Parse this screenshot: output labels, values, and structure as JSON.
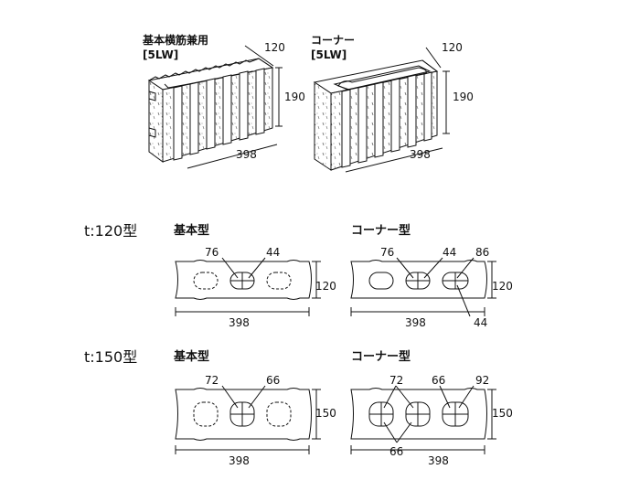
{
  "blocks_3d": {
    "basic": {
      "name": "基本横筋兼用",
      "code": "[5LW]",
      "depth": "120",
      "height": "190",
      "width": "398"
    },
    "corner": {
      "name": "コーナー",
      "code": "[5LW]",
      "depth": "120",
      "height": "190",
      "width": "398"
    }
  },
  "plan_t120": {
    "section_label": "t:120型",
    "basic": {
      "type_label": "基本型",
      "dim_a": "76",
      "dim_b": "44",
      "depth": "120",
      "width": "398"
    },
    "corner": {
      "type_label": "コーナー型",
      "dim_a": "76",
      "dim_b": "44",
      "dim_c": "86",
      "dim_d": "44",
      "depth": "120",
      "width": "398"
    }
  },
  "plan_t150": {
    "section_label": "t:150型",
    "basic": {
      "type_label": "基本型",
      "dim_a": "72",
      "dim_b": "66",
      "depth": "150",
      "width": "398"
    },
    "corner": {
      "type_label": "コーナー型",
      "dim_a": "72",
      "dim_b": "66",
      "dim_c": "92",
      "dim_d": "66",
      "depth": "150",
      "width": "398"
    }
  },
  "colors": {
    "line": "#111111",
    "hatch": "#555555"
  }
}
